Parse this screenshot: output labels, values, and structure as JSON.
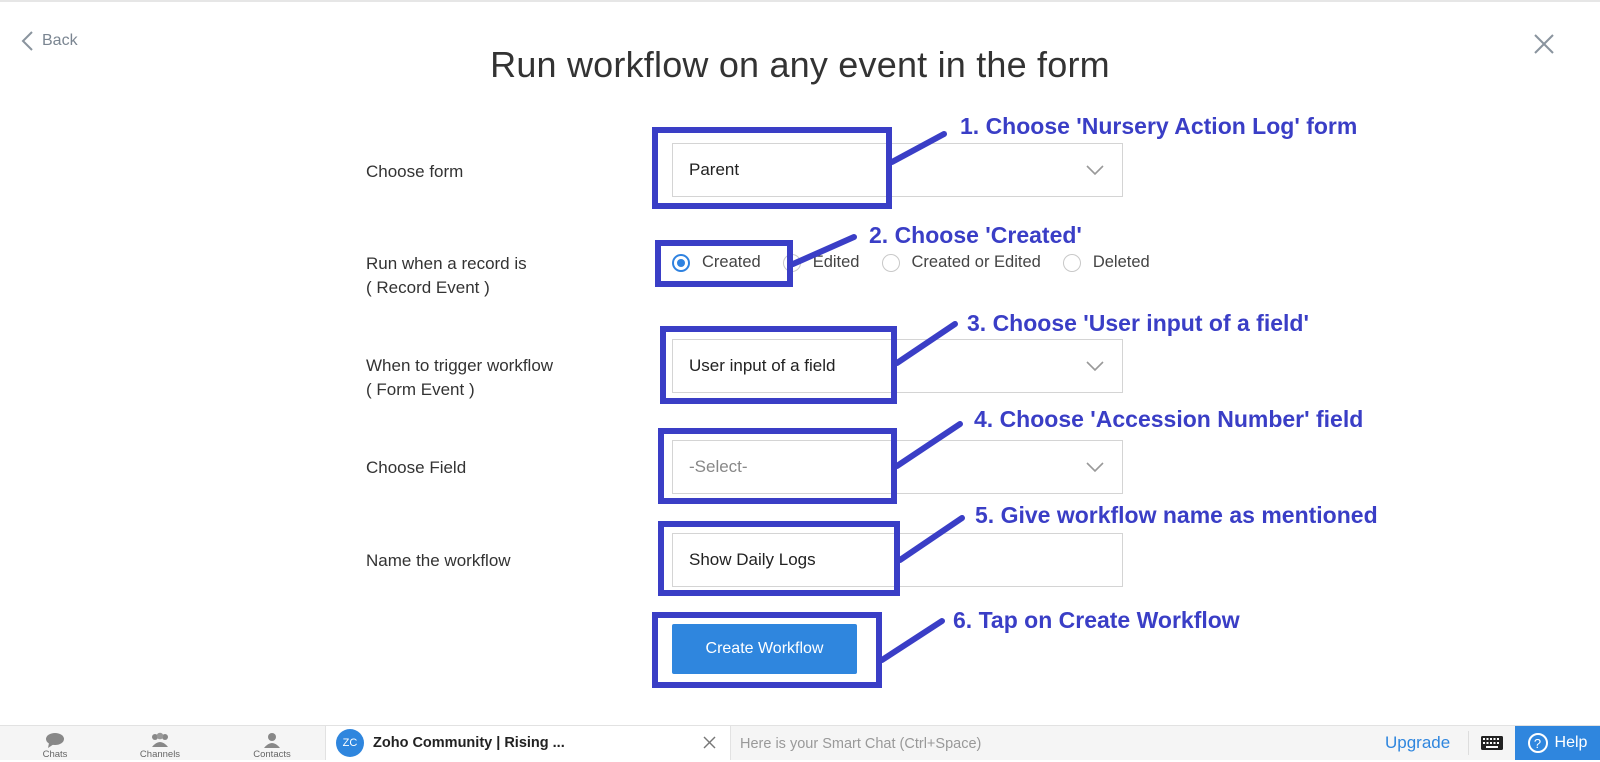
{
  "nav": {
    "back_label": "Back"
  },
  "page": {
    "title": "Run workflow on any event in the form"
  },
  "form": {
    "choose_form": {
      "label": "Choose form",
      "value": "Parent"
    },
    "record_event": {
      "label": "Run when a record is",
      "sublabel": "( Record Event )",
      "options": [
        {
          "label": "Created",
          "checked": true
        },
        {
          "label": "Edited",
          "checked": false
        },
        {
          "label": "Created or Edited",
          "checked": false
        },
        {
          "label": "Deleted",
          "checked": false
        }
      ]
    },
    "trigger": {
      "label": "When to trigger workflow",
      "sublabel": "( Form Event )",
      "value": "User input of a field"
    },
    "field": {
      "label": "Choose Field",
      "placeholder": "-Select-"
    },
    "name": {
      "label": "Name the workflow",
      "value": "Show Daily Logs"
    },
    "submit_label": "Create Workflow"
  },
  "annotations": {
    "color": "#3a3ec6",
    "notes": [
      "1. Choose 'Nursery Action Log' form",
      "2. Choose 'Created'",
      "3. Choose 'User input of a field'",
      "4. Choose 'Accession Number' field",
      "5. Give workflow name as mentioned",
      "6. Tap on Create Workflow"
    ]
  },
  "bottom_bar": {
    "nav": [
      "Chats",
      "Channels",
      "Contacts"
    ],
    "chat": {
      "avatar": "ZC",
      "title": "Zoho Community | Rising ..."
    },
    "smart_chat_placeholder": "Here is your Smart Chat (Ctrl+Space)",
    "upgrade_label": "Upgrade",
    "help_label": "Help",
    "help_icon": "?",
    "accent": "#2f86de"
  }
}
